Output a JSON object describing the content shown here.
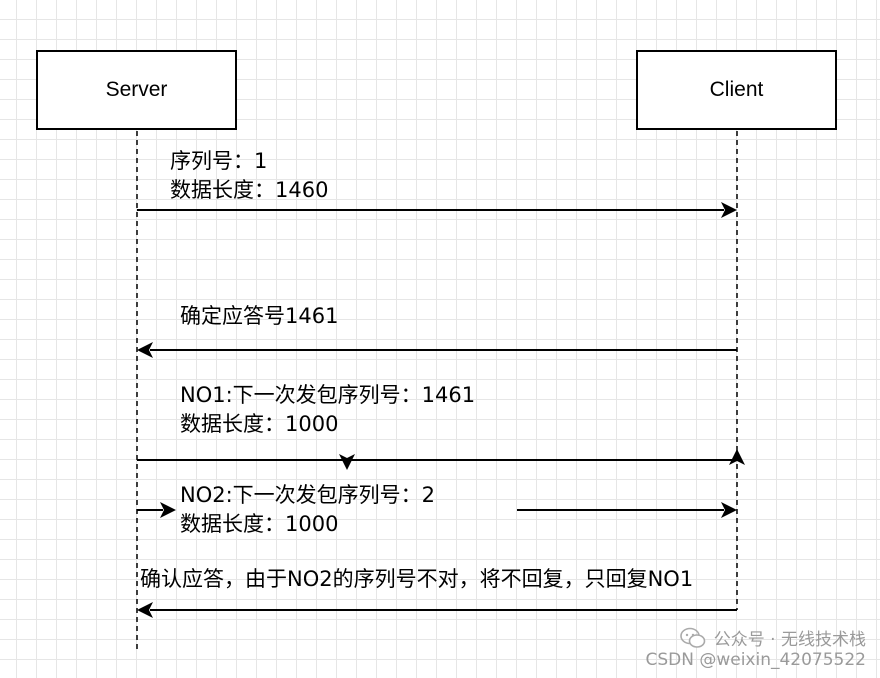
{
  "actors": {
    "server": "Server",
    "client": "Client"
  },
  "messages": [
    {
      "direction": "server-to-client",
      "lines": [
        "序列号：1",
        "数据长度：1460"
      ]
    },
    {
      "direction": "client-to-server",
      "lines": [
        "确定应答号1461"
      ]
    },
    {
      "direction": "server-to-client",
      "lines": [
        "NO1:下一次发包序列号：1461",
        "数据长度：1000"
      ]
    },
    {
      "direction": "server-to-client",
      "lines": [
        "NO2:下一次发包序列号：2",
        "数据长度：1000"
      ]
    },
    {
      "direction": "client-to-server",
      "lines": [
        "确认应答，由于NO2的序列号不对，将不回复，只回复NO1"
      ]
    }
  ],
  "watermark": {
    "line1": "公众号 · 无线技术栈",
    "line2": "CSDN @weixin_42075522"
  }
}
